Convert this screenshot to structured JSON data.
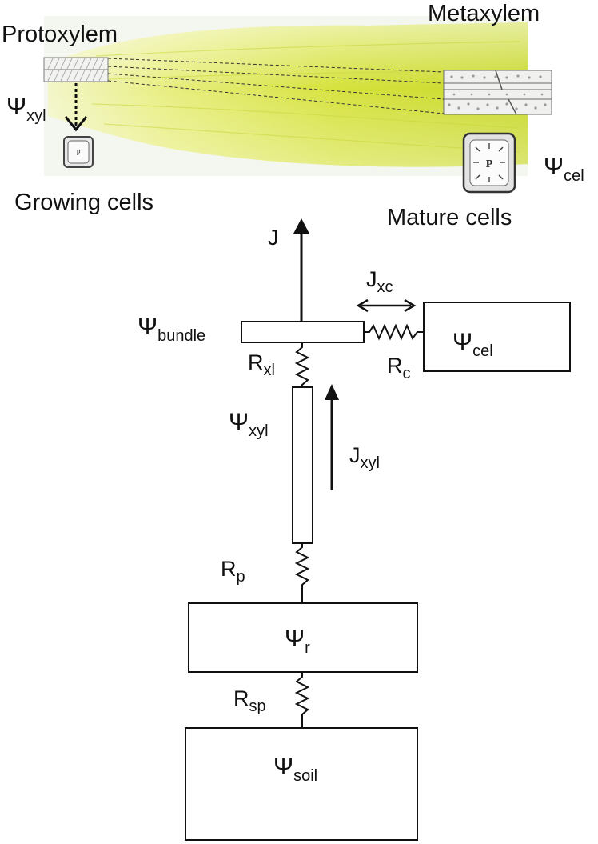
{
  "labels": {
    "protoxylem": "Protoxylem",
    "metaxylem": "Metaxylem",
    "growing_cells": "Growing cells",
    "mature_cells": "Mature cells",
    "cell_pressure_letter": "P",
    "psi_symbol": "Ψ",
    "psi_xyl_top_sub": "xyl",
    "psi_cel_top_sub": "cel",
    "J": "J",
    "J_xc_main": "J",
    "J_xc_sub": "xc",
    "psi_bundle_sub": "bundle",
    "psi_cel_box_sub": "cel",
    "R_xl_main": "R",
    "R_xl_sub": "xl",
    "R_c_main": "R",
    "R_c_sub": "c",
    "psi_xyl_sub": "xyl",
    "J_xyl_main": "J",
    "J_xyl_sub": "xyl",
    "R_p_main": "R",
    "R_p_sub": "p",
    "psi_r_sub": "r",
    "R_sp_main": "R",
    "R_sp_sub": "sp",
    "psi_soil_sub": "soil"
  },
  "colors": {
    "leaf_light": "#eef29a",
    "leaf_mid": "#d4e23a",
    "leaf_dark": "#b9c91e",
    "line": "#111111"
  }
}
